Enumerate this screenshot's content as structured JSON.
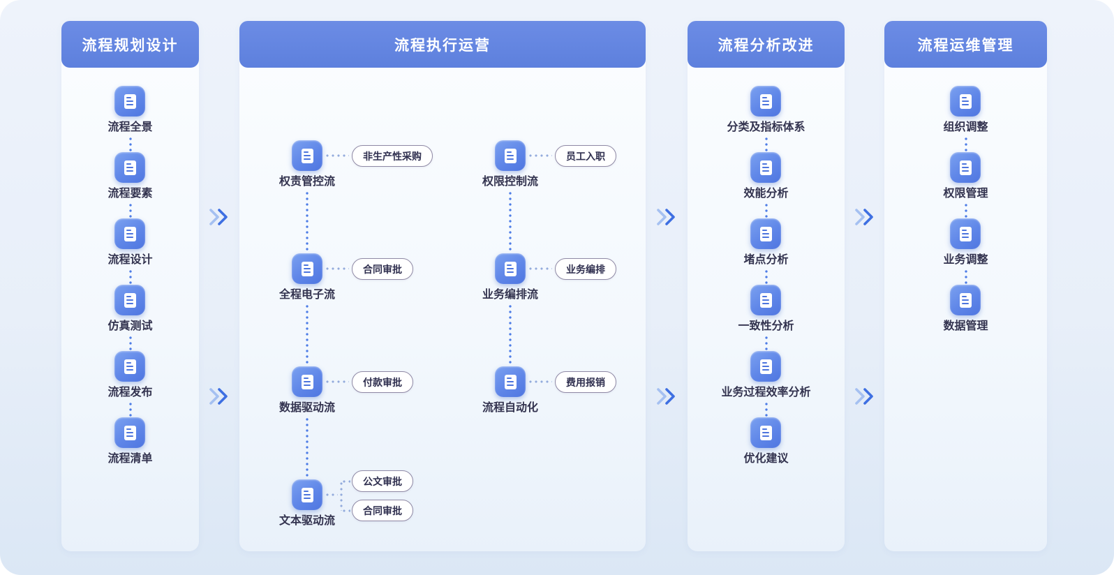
{
  "diagram": {
    "panels": [
      {
        "title": "流程规划设计",
        "items": [
          {
            "label": "流程全景"
          },
          {
            "label": "流程要素"
          },
          {
            "label": "流程设计"
          },
          {
            "label": "仿真测试"
          },
          {
            "label": "流程发布"
          },
          {
            "label": "流程清单"
          }
        ]
      },
      {
        "title": "流程执行运营",
        "groups": [
          {
            "items": [
              {
                "label": "权责管控流",
                "tags": [
                  "非生产性采购"
                ]
              },
              {
                "label": "全程电子流",
                "tags": [
                  "合同审批"
                ]
              },
              {
                "label": "数据驱动流",
                "tags": [
                  "付款审批"
                ]
              },
              {
                "label": "文本驱动流",
                "tags": [
                  "公文审批",
                  "合同审批"
                ]
              }
            ]
          },
          {
            "items": [
              {
                "label": "权限控制流",
                "tags": [
                  "员工入职"
                ]
              },
              {
                "label": "业务编排流",
                "tags": [
                  "业务编排"
                ]
              },
              {
                "label": "流程自动化",
                "tags": [
                  "费用报销"
                ]
              }
            ]
          }
        ]
      },
      {
        "title": "流程分析改进",
        "items": [
          {
            "label": "分类及指标体系"
          },
          {
            "label": "效能分析"
          },
          {
            "label": "堵点分析"
          },
          {
            "label": "一致性分析"
          },
          {
            "label": "业务过程效率分析"
          },
          {
            "label": "优化建议"
          }
        ]
      },
      {
        "title": "流程运维管理",
        "items": [
          {
            "label": "组织调整"
          },
          {
            "label": "权限管理"
          },
          {
            "label": "业务调整"
          },
          {
            "label": "数据管理"
          }
        ]
      }
    ],
    "colors": {
      "header_bg": "#5d80dd",
      "tile_gradient_start": "#7ba1f0",
      "tile_gradient_end": "#4f76e0",
      "connector_dot_vertical": "#4d7ce6",
      "connector_dot_horizontal": "#93abdc",
      "tag_border": "#8f89a5",
      "label_text": "#33334f",
      "chevron_light": "#a5c0f1",
      "chevron_dark": "#3e6fe2"
    }
  }
}
